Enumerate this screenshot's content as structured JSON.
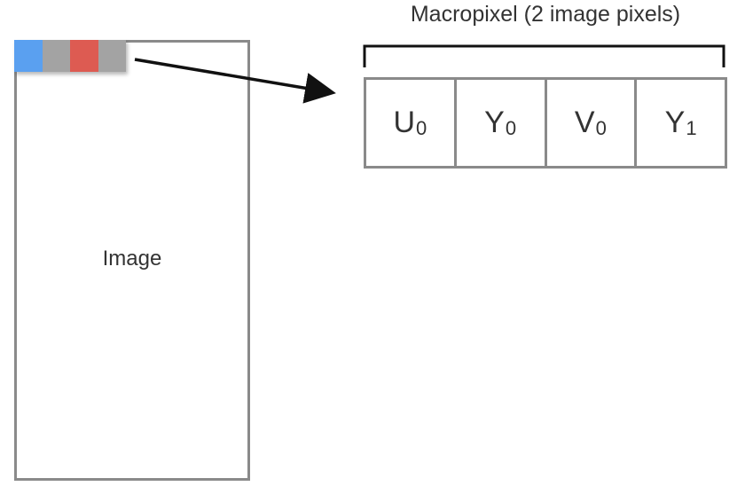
{
  "image_label": "Image",
  "macropixel_title": "Macropixel (2 image pixels)",
  "pixel_strip": [
    {
      "name": "U",
      "color": "#5aa0f0"
    },
    {
      "name": "Y",
      "color": "#a3a3a3"
    },
    {
      "name": "V",
      "color": "#dd5b52"
    },
    {
      "name": "Y",
      "color": "#a3a3a3"
    }
  ],
  "bytes": [
    {
      "letter": "U",
      "sub": "0"
    },
    {
      "letter": "Y",
      "sub": "0"
    },
    {
      "letter": "V",
      "sub": "0"
    },
    {
      "letter": "Y",
      "sub": "1"
    }
  ],
  "colors": {
    "outline": "#8a8a8a",
    "text": "#333333",
    "arrow": "#111111"
  }
}
